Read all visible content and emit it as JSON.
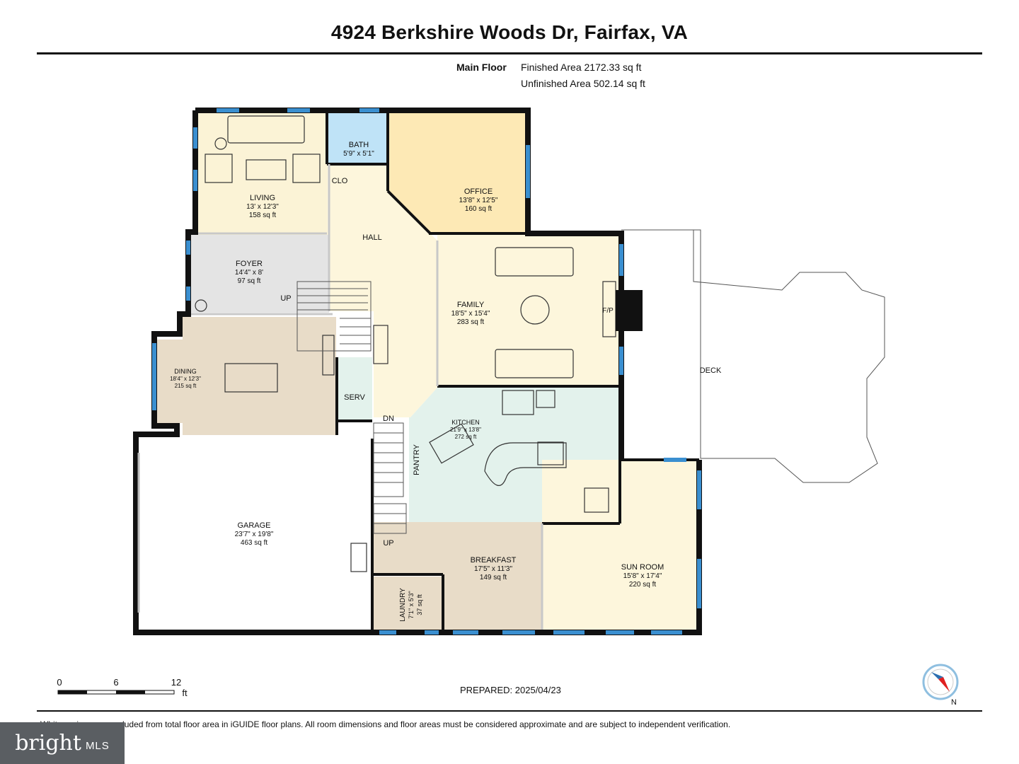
{
  "title": "4924 Berkshire Woods Dr, Fairfax, VA",
  "floor": {
    "label": "Main Floor",
    "finished_area": "Finished Area 2172.33 sq ft",
    "unfinished_area": "Unfinished Area 502.14 sq ft"
  },
  "rooms": {
    "living": {
      "name": "LIVING",
      "dims": "13' x 12'3\"",
      "area": "158 sq ft"
    },
    "bath": {
      "name": "BATH",
      "dims": "5'9\" x 5'1\""
    },
    "clo": {
      "name": "CLO"
    },
    "office": {
      "name": "OFFICE",
      "dims": "13'8\" x 12'5\"",
      "area": "160 sq ft"
    },
    "hall": {
      "name": "HALL"
    },
    "foyer": {
      "name": "FOYER",
      "dims": "14'4\" x 8'",
      "area": "97 sq ft"
    },
    "family": {
      "name": "FAMILY",
      "dims": "18'5\" x 15'4\"",
      "area": "283 sq ft"
    },
    "fp": {
      "name": "F/P"
    },
    "deck": {
      "name": "DECK"
    },
    "dining": {
      "name": "DINING",
      "dims": "18'4\" x 12'3\"",
      "area": "215 sq ft"
    },
    "serv": {
      "name": "SERV"
    },
    "kitchen": {
      "name": "KITCHEN",
      "dims": "21'9\" x 13'8\"",
      "area": "272 sq ft"
    },
    "pantry": {
      "name": "PANTRY"
    },
    "garage": {
      "name": "GARAGE",
      "dims": "23'7\" x 19'8\"",
      "area": "463 sq ft"
    },
    "breakfast": {
      "name": "BREAKFAST",
      "dims": "17'5\" x 11'3\"",
      "area": "149 sq ft"
    },
    "sunroom": {
      "name": "SUN ROOM",
      "dims": "15'8\" x 17'4\"",
      "area": "220 sq ft"
    },
    "laundry": {
      "name": "LAUNDRY",
      "dims": "7'1\" x 5'3\"",
      "area": "37 sq ft"
    }
  },
  "stairs": {
    "up1": "UP",
    "dn": "DN",
    "up2": "UP"
  },
  "scale": {
    "labels": [
      "0",
      "6",
      "12"
    ],
    "unit": "ft"
  },
  "compass": {
    "north": "N"
  },
  "prepared": "PREPARED: 2025/04/23",
  "disclaimer": "White regions are excluded from total floor area in iGUIDE floor plans. All room dimensions and floor areas must be considered approximate and are subject to independent verification.",
  "watermark": {
    "brand": "bright",
    "suffix": "MLS"
  },
  "colors": {
    "living": "#fbf3d6",
    "bath": "#bfe3f7",
    "office": "#fde9b5",
    "hall": "#fdf6dc",
    "foyer": "#e4e4e4",
    "family": "#fdf6dc",
    "dining": "#e8dcc8",
    "serv": "#e3f2ec",
    "kitchen": "#e3f2ec",
    "garage": "#ffffff",
    "breakfast": "#e8dcc8",
    "sunroom": "#fdf6dc",
    "laundry": "#e8dcc8",
    "window": "#3a8fd0",
    "wall": "#111111"
  }
}
